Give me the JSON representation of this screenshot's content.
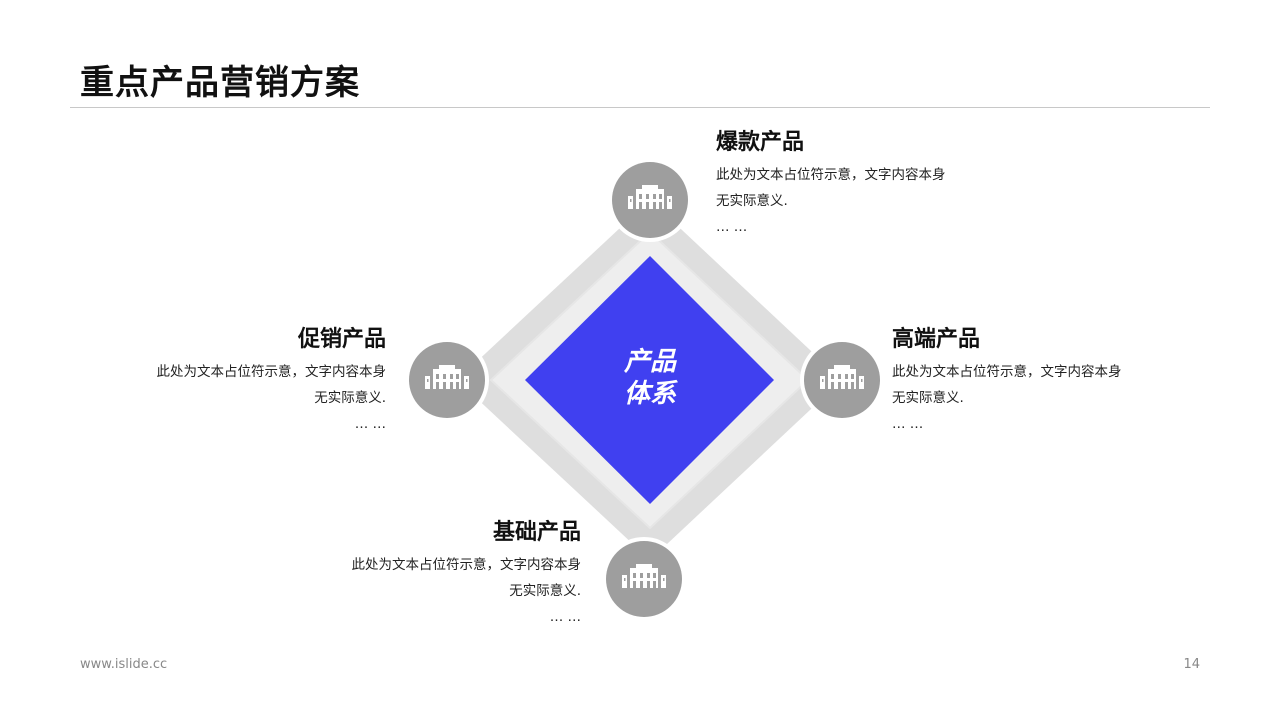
{
  "page": {
    "title": "重点产品营销方案",
    "footer_url": "www.islide.cc",
    "page_number": "14"
  },
  "center": {
    "line1": "产品",
    "line2": "体系"
  },
  "items": {
    "top": {
      "heading": "爆款产品",
      "desc_line1": "此处为文本占位符示意，文字内容本身",
      "desc_line2": "无实际意义.",
      "desc_line3": "… …"
    },
    "right": {
      "heading": "高端产品",
      "desc_line1": "此处为文本占位符示意，文字内容本身",
      "desc_line2": "无实际意义.",
      "desc_line3": "… …"
    },
    "left": {
      "heading": "促销产品",
      "desc_line1": "此处为文本占位符示意，文字内容本身",
      "desc_line2": "无实际意义.",
      "desc_line3": "… …"
    },
    "bottom": {
      "heading": "基础产品",
      "desc_line1": "此处为文本占位符示意，文字内容本身",
      "desc_line2": "无实际意义.",
      "desc_line3": "… …"
    }
  },
  "icons": {
    "node_icon": "building-icon"
  },
  "colors": {
    "accent": "#4040f0",
    "frame_light": "#e4e4e4",
    "frame_mid": "#d2d2d2",
    "node": "#9e9e9e"
  }
}
